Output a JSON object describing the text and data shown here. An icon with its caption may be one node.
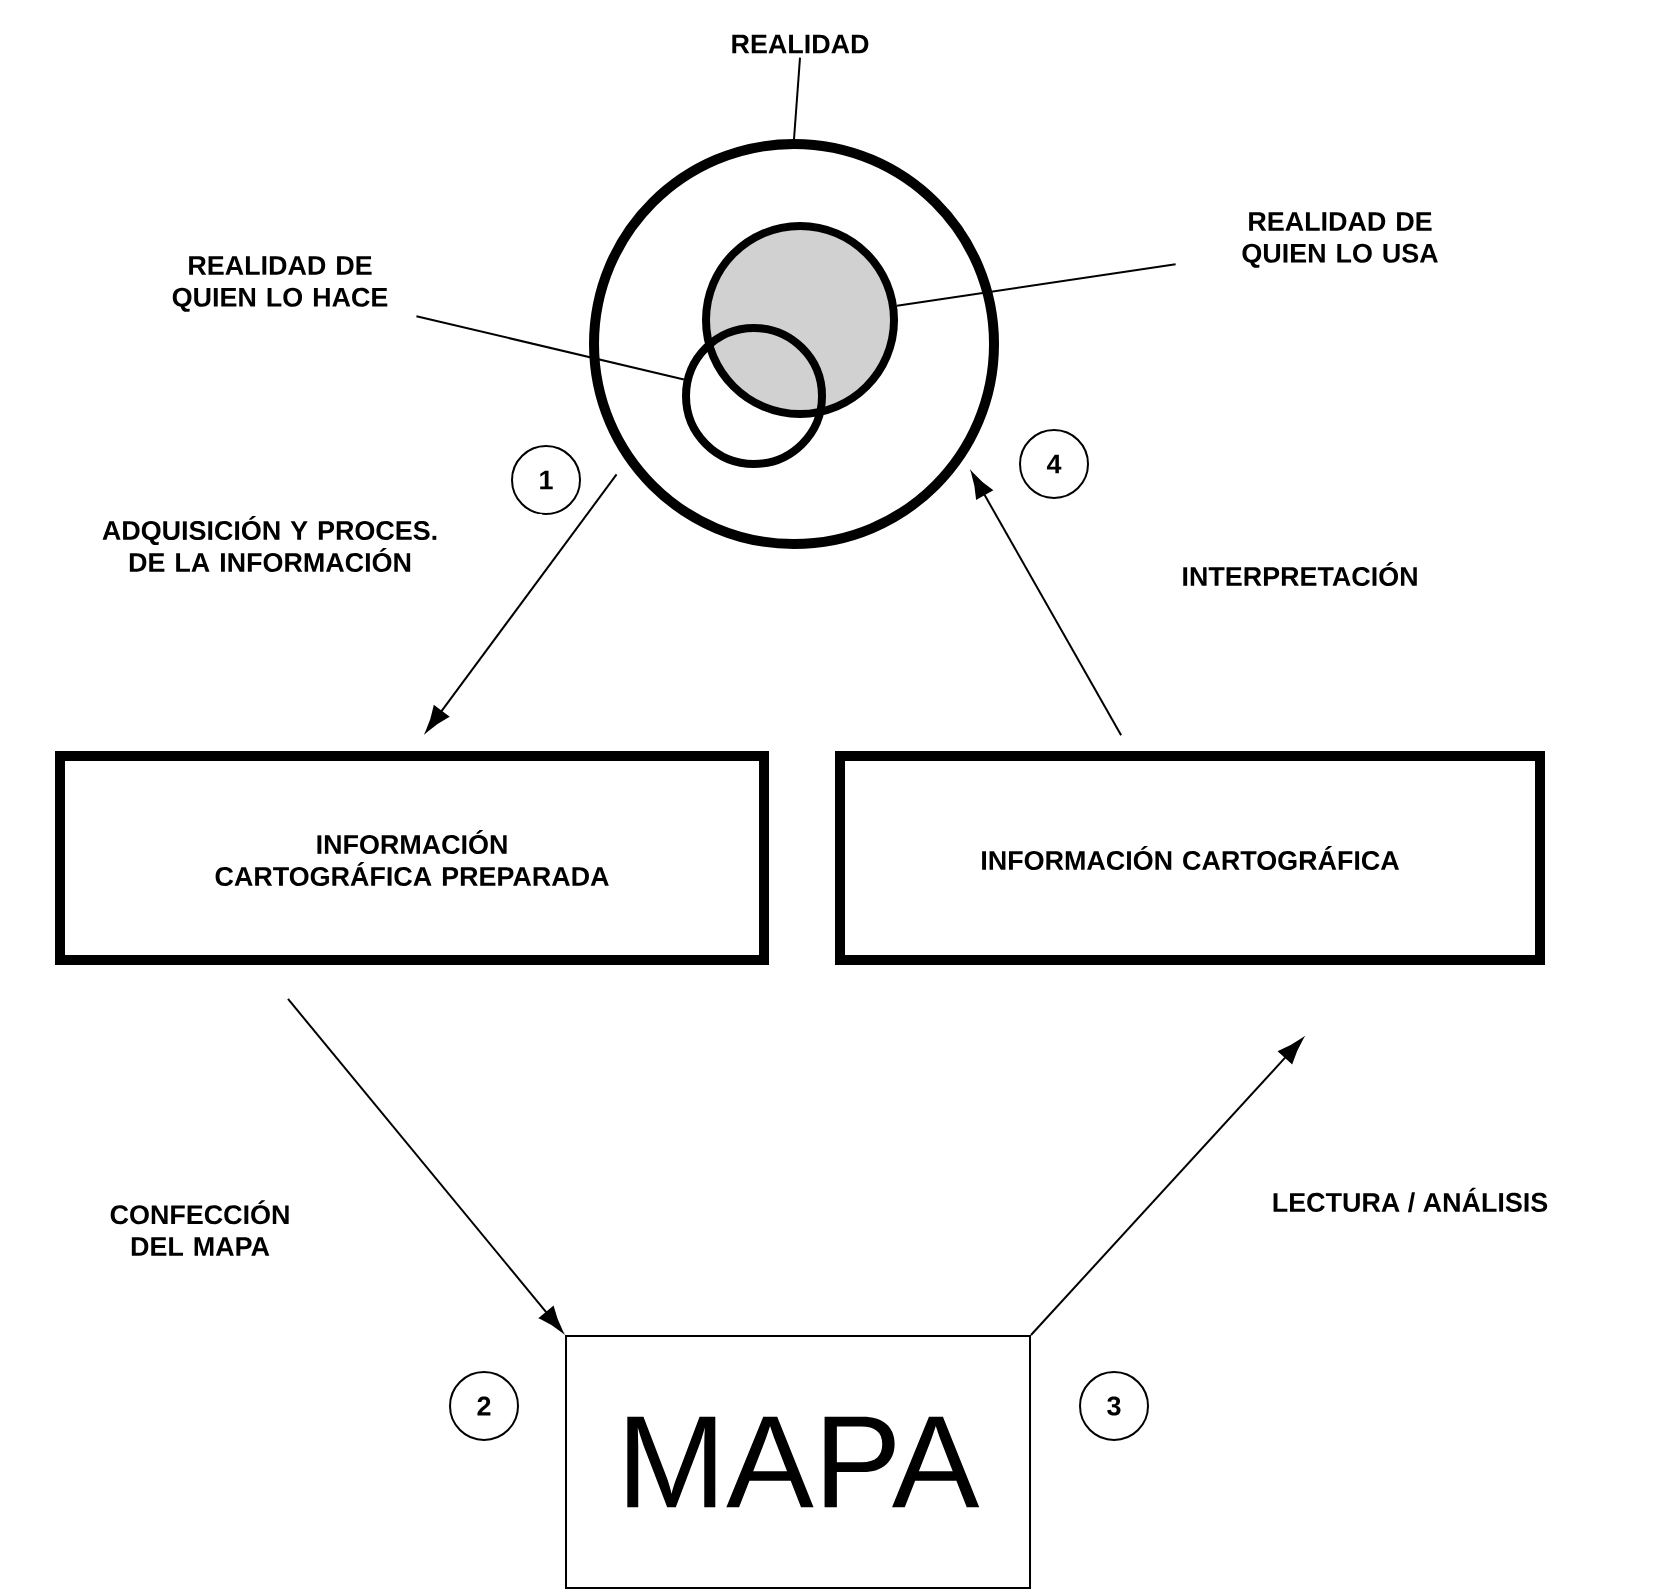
{
  "diagram": {
    "nodes": [
      {
        "text": [],
        "shape": "circle"
      },
      {
        "text": [],
        "shape": "circle",
        "in": 0
      },
      {
        "text": [],
        "shape": "circle",
        "in": 0
      },
      {
        "text": [
          "REALIDAD"
        ]
      },
      {
        "text": [
          "REALIDAD DE QUIEN LO HACE"
        ]
      },
      {
        "text": [
          "REALIDAD DE QUIEN LO USA"
        ]
      },
      {
        "text": [
          "INFORMACIÓN CARTOGRÁFICA PREPARADA"
        ]
      },
      {
        "text": [
          "INFORMACIÓN CARTOGRÁFICA"
        ]
      },
      {
        "text": [
          "MAPA"
        ]
      },
      {
        "text": [
          "1"
        ]
      },
      {
        "text": [
          "2"
        ]
      },
      {
        "text": [
          "3"
        ]
      },
      {
        "text": [
          "4"
        ]
      }
    ],
    "edges": [
      {
        "from": 3,
        "to": 0,
        "arrow": "none"
      },
      {
        "from": 4,
        "to": 2,
        "arrow": "none"
      },
      {
        "from": 5,
        "to": 1,
        "arrow": "none"
      },
      {
        "from": 0,
        "to": 6,
        "arrow": "to",
        "label": "ADQUISICIÓN Y PROCES. DE LA INFORMACIÓN"
      },
      {
        "from": 6,
        "to": 8,
        "arrow": "to",
        "label": "CONFECCIÓN DEL MAPA"
      },
      {
        "from": 8,
        "to": 7,
        "arrow": "to",
        "label": "LECTURA / ANÁLISIS"
      },
      {
        "from": 7,
        "to": 0,
        "arrow": "to",
        "label": "INTERPRETACIÓN"
      }
    ]
  }
}
